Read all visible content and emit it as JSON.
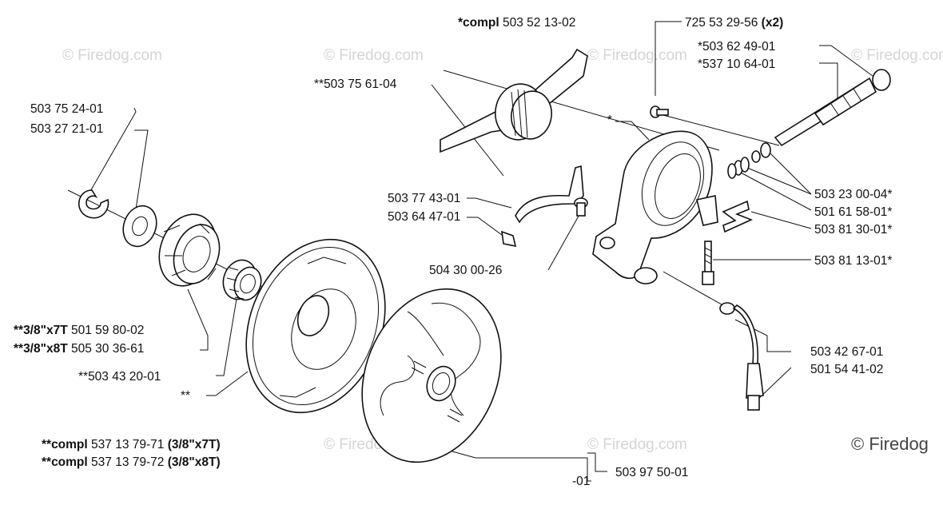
{
  "watermark": {
    "small": "© Firedog.com",
    "corner": "© Firedog"
  },
  "labels": {
    "compl_top_prefix": "*compl",
    "compl_top_num": " 503 52 13-02",
    "screw_num": "725 53 29-56 ",
    "screw_qty": "(x2)",
    "l_503_62_49": "*503 62 49-01",
    "l_537_10_64": "*537 10 64-01",
    "l_503_75_61": "**503 75 61-04",
    "l_503_75_24": "503 75 24-01",
    "l_503_27_21": "503 27 21-01",
    "l_star": "*",
    "l_503_77_43": "503 77 43-01",
    "l_503_64_47": "503 64 47-01",
    "l_503_23_00": "503 23 00-04*",
    "l_501_61_58": "501 61 58-01*",
    "l_503_81_30": "503 81 30-01*",
    "l_504_30_00": "504 30 00-26",
    "l_503_81_13": "503 81 13-01*",
    "l_x7t_prefix": "**3/8\"x7T",
    "l_x7t_num": " 501 59 80-02",
    "l_x8t_prefix": "**3/8\"x8T",
    "l_x8t_num": " 505 30 36-61",
    "l_503_43_20": "**503 43 20-01",
    "l_dstar": "**",
    "l_503_42_67": "503 42 67-01",
    "l_501_54_41": "501 54 41-02",
    "l_compl1_prefix": "**compl",
    "l_compl1_num": " 537 13 79-71 ",
    "l_compl1_suffix": "(3/8\"x7T)",
    "l_compl2_prefix": "**compl",
    "l_compl2_num": " 537 13 79-72 ",
    "l_compl2_suffix": "(3/8\"x8T)",
    "l_503_97_50": "503 97 50-01",
    "l_partial": "-01"
  }
}
